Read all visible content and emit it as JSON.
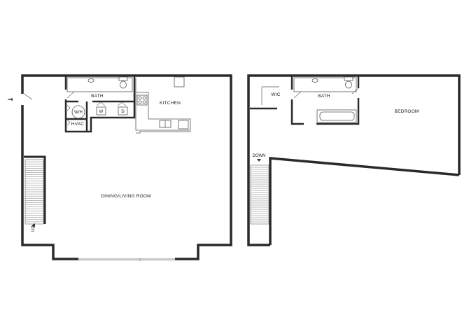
{
  "floor1": {
    "rooms": {
      "bath": "BATH",
      "kitchen": "KITCHEN",
      "wh": "W/H",
      "washer": "W",
      "dryer": "D",
      "hvac": "HVAC",
      "dining_living": "DINING/LIVING ROOM",
      "up": "UP"
    }
  },
  "floor2": {
    "rooms": {
      "wic": "WIC",
      "bath": "BATH",
      "bedroom": "BEDROOM",
      "down": "DOWN"
    }
  }
}
